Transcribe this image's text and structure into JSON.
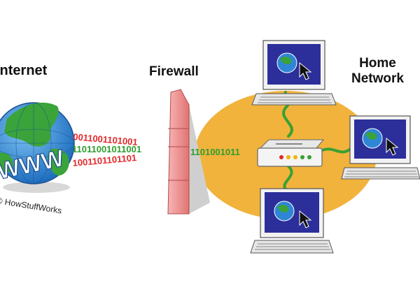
{
  "labels": {
    "internet": "Internet",
    "firewall": "Firewall",
    "home_network_line1": "Home",
    "home_network_line2": "Network"
  },
  "globe": {
    "text": "WWW"
  },
  "copyright": "© HowStuffWorks",
  "bitstreams": {
    "red_top": "0011001101001",
    "green": "11011001011001",
    "red_bottom": "1001101101101",
    "green_inside": "1101001011"
  },
  "colors": {
    "home_area": "#f1b33c",
    "cable_green": "#3aa033",
    "bits_red": "#e2282b",
    "bits_green": "#2f9d2f",
    "firewall": "#f08a8a",
    "monitor_screen": "#2c2f9a",
    "globe_ocean": "#2f86d6",
    "globe_land": "#3aa33a"
  },
  "icons": [
    "globe-icon",
    "firewall-icon",
    "router-icon",
    "computer-icon",
    "mouse-cursor-icon"
  ]
}
